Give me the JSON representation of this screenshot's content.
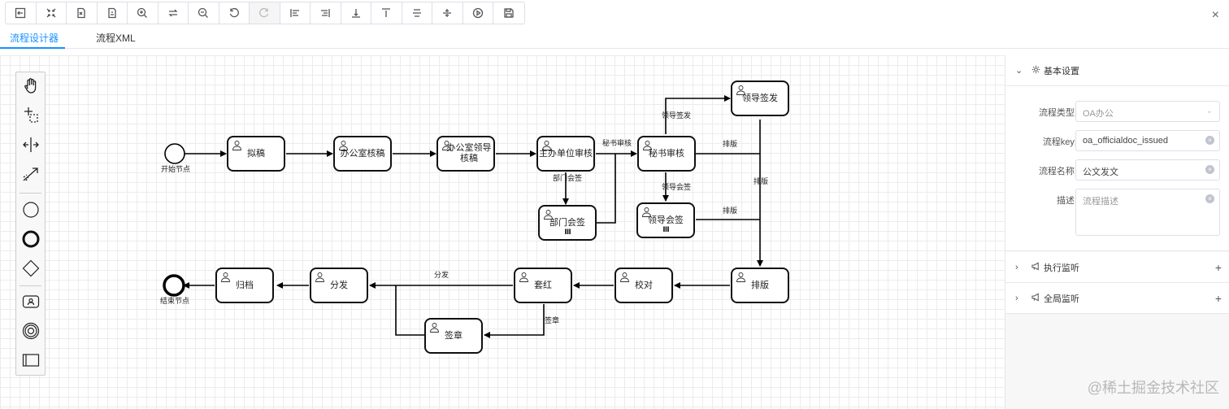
{
  "close_label": "×",
  "tabs": [
    {
      "label": "流程设计器",
      "active": true
    },
    {
      "label": "流程XML",
      "active": false
    }
  ],
  "toolbar_icons": [
    "open-icon",
    "fit-icon",
    "export-xml-icon",
    "export-svg-icon",
    "zoom-in-icon",
    "reset-zoom-icon",
    "zoom-out-icon",
    "undo-icon",
    "redo-icon",
    "align-left-icon",
    "align-right-icon",
    "align-bottom-icon",
    "align-top-icon",
    "align-center-icon",
    "align-middle-icon",
    "preview-icon",
    "save-icon"
  ],
  "palette_icons": [
    "hand-tool-icon",
    "lasso-tool-icon",
    "space-tool-icon",
    "connect-tool-icon",
    "start-event-icon",
    "end-event-icon",
    "gateway-icon",
    "user-task-icon",
    "intermediate-event-icon",
    "subprocess-icon"
  ],
  "diagram": {
    "start_label": "开始节点",
    "end_label": "结束节点",
    "tasks": {
      "draft": "拟稿",
      "office_check": "办公室核稿",
      "office_leader": "办公室领导核稿",
      "host_review": "主办单位审核",
      "dept_sign": "部门会签",
      "secretary_review": "秘书审核",
      "leader_sign": "领导会签",
      "leader_issue": "领导签发",
      "typeset": "排版",
      "proofread": "校对",
      "red_head": "套红",
      "stamp": "签章",
      "distribute": "分发",
      "archive": "归档"
    },
    "flows": {
      "secretary_review": "秘书审核",
      "dept_sign": "部门会签",
      "leader_issue": "领导签发",
      "leader_sign": "领导会签",
      "typeset1": "排版",
      "typeset2": "排版",
      "typeset3": "排版",
      "distribute": "分发",
      "stamp": "签章"
    },
    "multi_marker": "Ⅲ"
  },
  "panel": {
    "basic": {
      "title": "基本设置",
      "fields": {
        "type_label": "流程类型:",
        "type_value": "OA办公",
        "key_label": "流程key:",
        "key_value": "oa_officialdoc_issued",
        "name_label": "流程名称:",
        "name_value": "公文发文",
        "desc_label": "描述:",
        "desc_placeholder": "流程描述"
      }
    },
    "exec_listener": "执行监听",
    "global_listener": "全局监听"
  },
  "watermark": "@稀土掘金技术社区"
}
